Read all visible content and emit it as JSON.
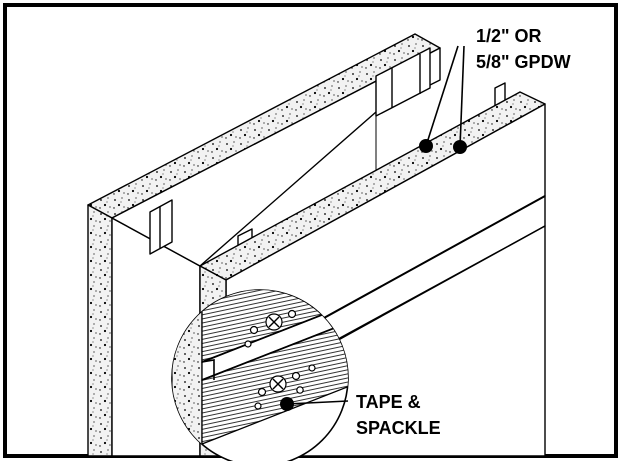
{
  "figure": {
    "callouts": {
      "gypsum_line1": "1/2\" OR",
      "gypsum_line2": "5/8\" GPDW",
      "tape_line1": "TAPE &",
      "tape_line2": "SPACKLE"
    },
    "colors": {
      "ink": "#000000",
      "paper": "#ffffff",
      "speckle_fill": "#f2f2f2"
    }
  }
}
